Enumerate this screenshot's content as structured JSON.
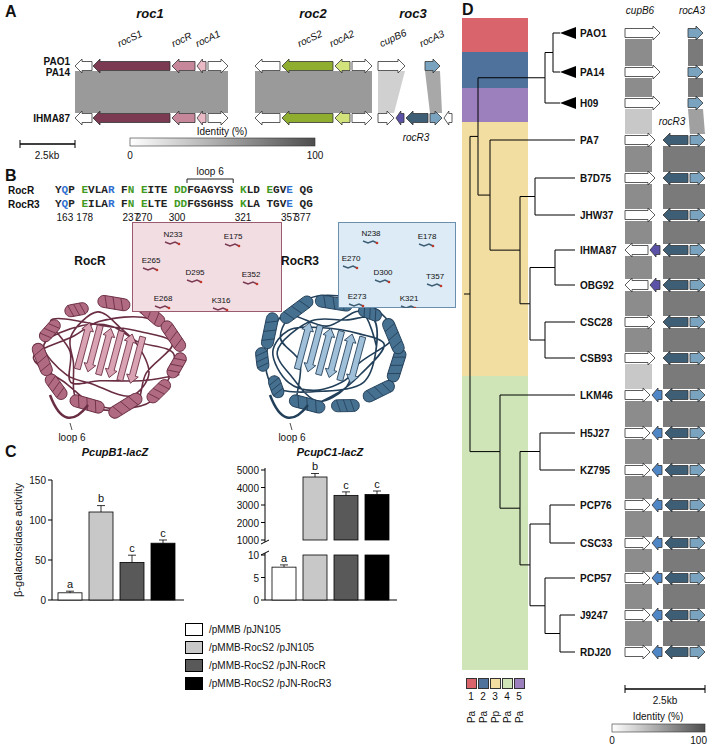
{
  "diagram": {
    "nodes": [
      {
        "text": [
          "N233",
          "E175",
          "E265",
          "D295",
          "E268",
          "E352",
          "K316"
        ]
      },
      {
        "text": [
          "N238",
          "E178",
          "E270",
          "D300",
          "T357",
          "E273",
          "K321"
        ]
      }
    ],
    "labels": [
      "A",
      "roc1",
      "roc2",
      "roc3",
      "rocS1",
      "rocR",
      "rocA1",
      "rocS2",
      "rocA2",
      "cupB6",
      "rocA3",
      "PAO1",
      "PA14",
      "IHMA87",
      "rocR3",
      "2.5kb",
      "0",
      "Identity (%)",
      "100",
      "B",
      "RocR",
      "YQP EVLAR FN EITE DDFGAGYSS KLD EGVE QG",
      "RocR3",
      "YQP EILAR FN ELTE DDFGSGHSS KLA TGVE QG",
      "loop 6",
      "163",
      "178",
      "237",
      "270",
      "300",
      "321",
      "357",
      "377",
      "RocR",
      "RocR3",
      "loop 6",
      "loop 6",
      "C",
      "PcupB1-lacZ",
      "PcupC1-lacZ",
      "β-galactosidase activity",
      "0",
      "50",
      "100",
      "150",
      "0",
      "5",
      "10",
      "1000",
      "2000",
      "3000",
      "4000",
      "5000",
      "a",
      "b",
      "c",
      "c",
      "a",
      "b",
      "c",
      "c",
      "D",
      "cupB6",
      "rocA3",
      "rocR3",
      "PAO1",
      "PA14",
      "H09",
      "PA7",
      "B7D75",
      "JHW37",
      "IHMA87",
      "OBG92",
      "CSC28",
      "CSB93",
      "LKM46",
      "H5J27",
      "KZ795",
      "PCP76",
      "CSC33",
      "PCP57",
      "J9247",
      "RDJ20",
      "Pa",
      "Pa",
      "Pp",
      "Pa",
      "Pa",
      "2.5kb",
      "0",
      "Identity (%)",
      "100"
    ],
    "legend": [
      {
        "text": "/pMMB /pJN105",
        "color": "#ffffff"
      },
      {
        "text": "/pMMB-RocS2 /pJN105",
        "color": "#c8c8c8"
      },
      {
        "text": "/pMMB-RocS2 /pJN-RocR",
        "color": "#595959"
      },
      {
        "text": "/pMMB-RocS2 /pJN-RocR3",
        "color": "#000000"
      },
      {
        "text": "1",
        "color": "#d9646b"
      },
      {
        "text": "2",
        "color": "#4e729c"
      },
      {
        "text": "3",
        "color": "#f3dea2"
      },
      {
        "text": "4",
        "color": "#cfe5b8"
      },
      {
        "text": "5",
        "color": "#9b80bd"
      }
    ]
  }
}
